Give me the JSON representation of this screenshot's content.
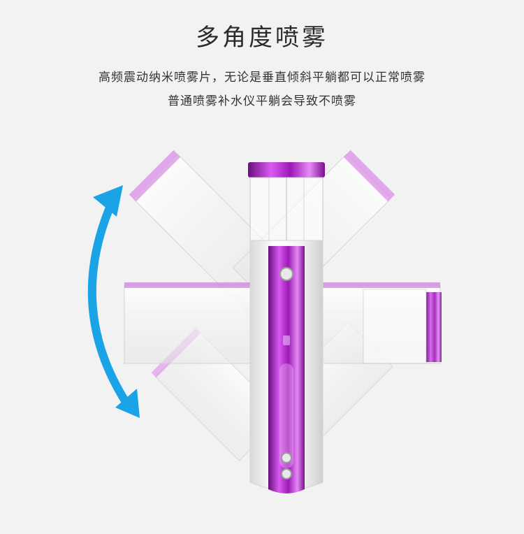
{
  "header": {
    "title": "多角度喷雾",
    "line1": "高频震动纳米喷雾片，无论是垂直倾斜平躺都可以正常喷雾",
    "line2": "普通喷雾补水仪平躺会导致不喷雾"
  },
  "colors": {
    "background": "#f2f2f2",
    "accent_purple": "#b424c8",
    "arrow_blue": "#1aa3e6",
    "body_white": "#ffffff"
  },
  "icons": {
    "rotation_arrow": "curved-double-arrow-icon",
    "buttons": "rhinestone-button-icon"
  }
}
